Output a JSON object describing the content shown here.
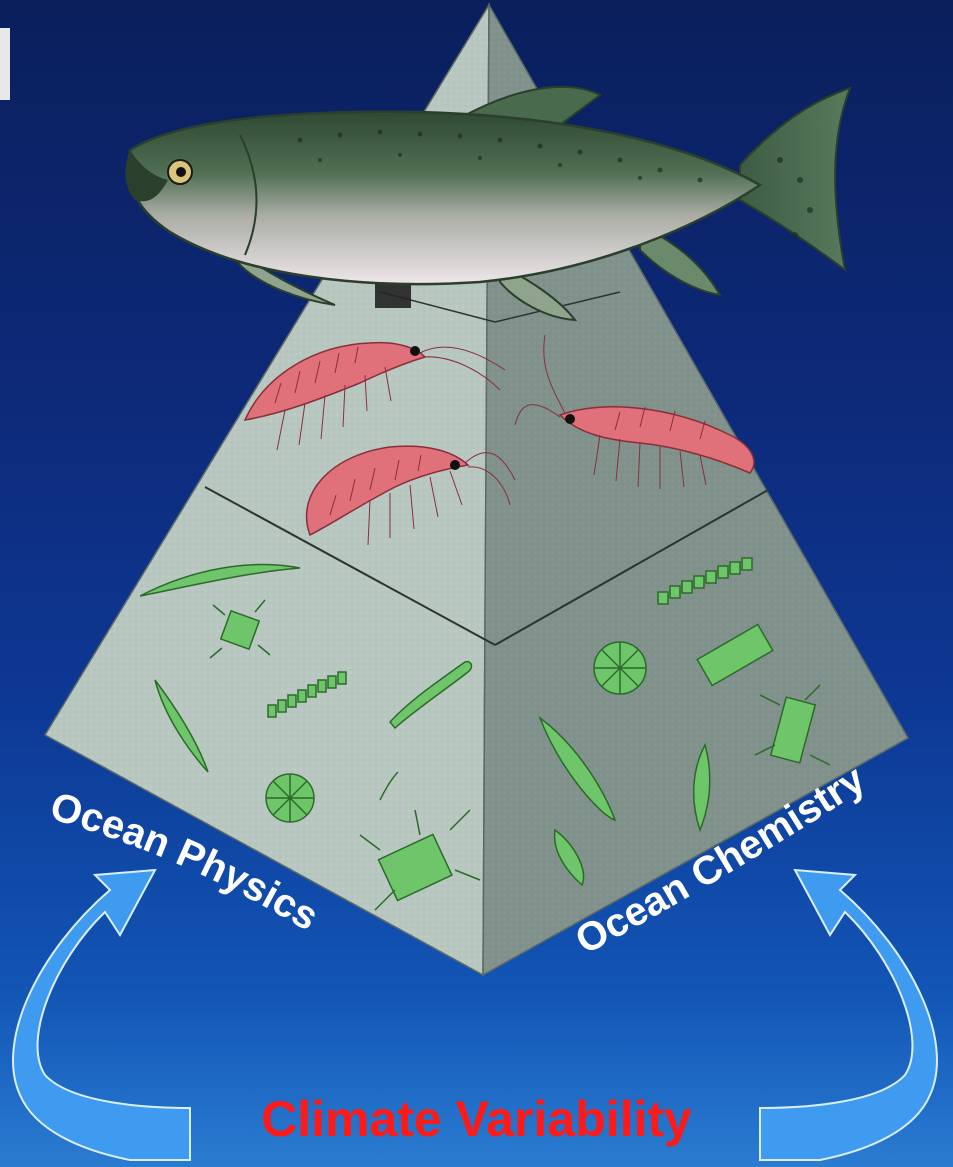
{
  "labels": {
    "ocean_physics": "Ocean Physics",
    "ocean_chemistry": "Ocean Chemistry",
    "climate_variability": "Climate Variability"
  },
  "colors": {
    "pyramid_left": "#b9c7c1",
    "pyramid_right": "#7f8f89",
    "arrow_fill": "#3f9bf0",
    "label_red": "#ff1a1a",
    "label_white": "#ffffff"
  },
  "diagram": {
    "tiers": [
      "fish",
      "krill",
      "phytoplankton"
    ]
  }
}
